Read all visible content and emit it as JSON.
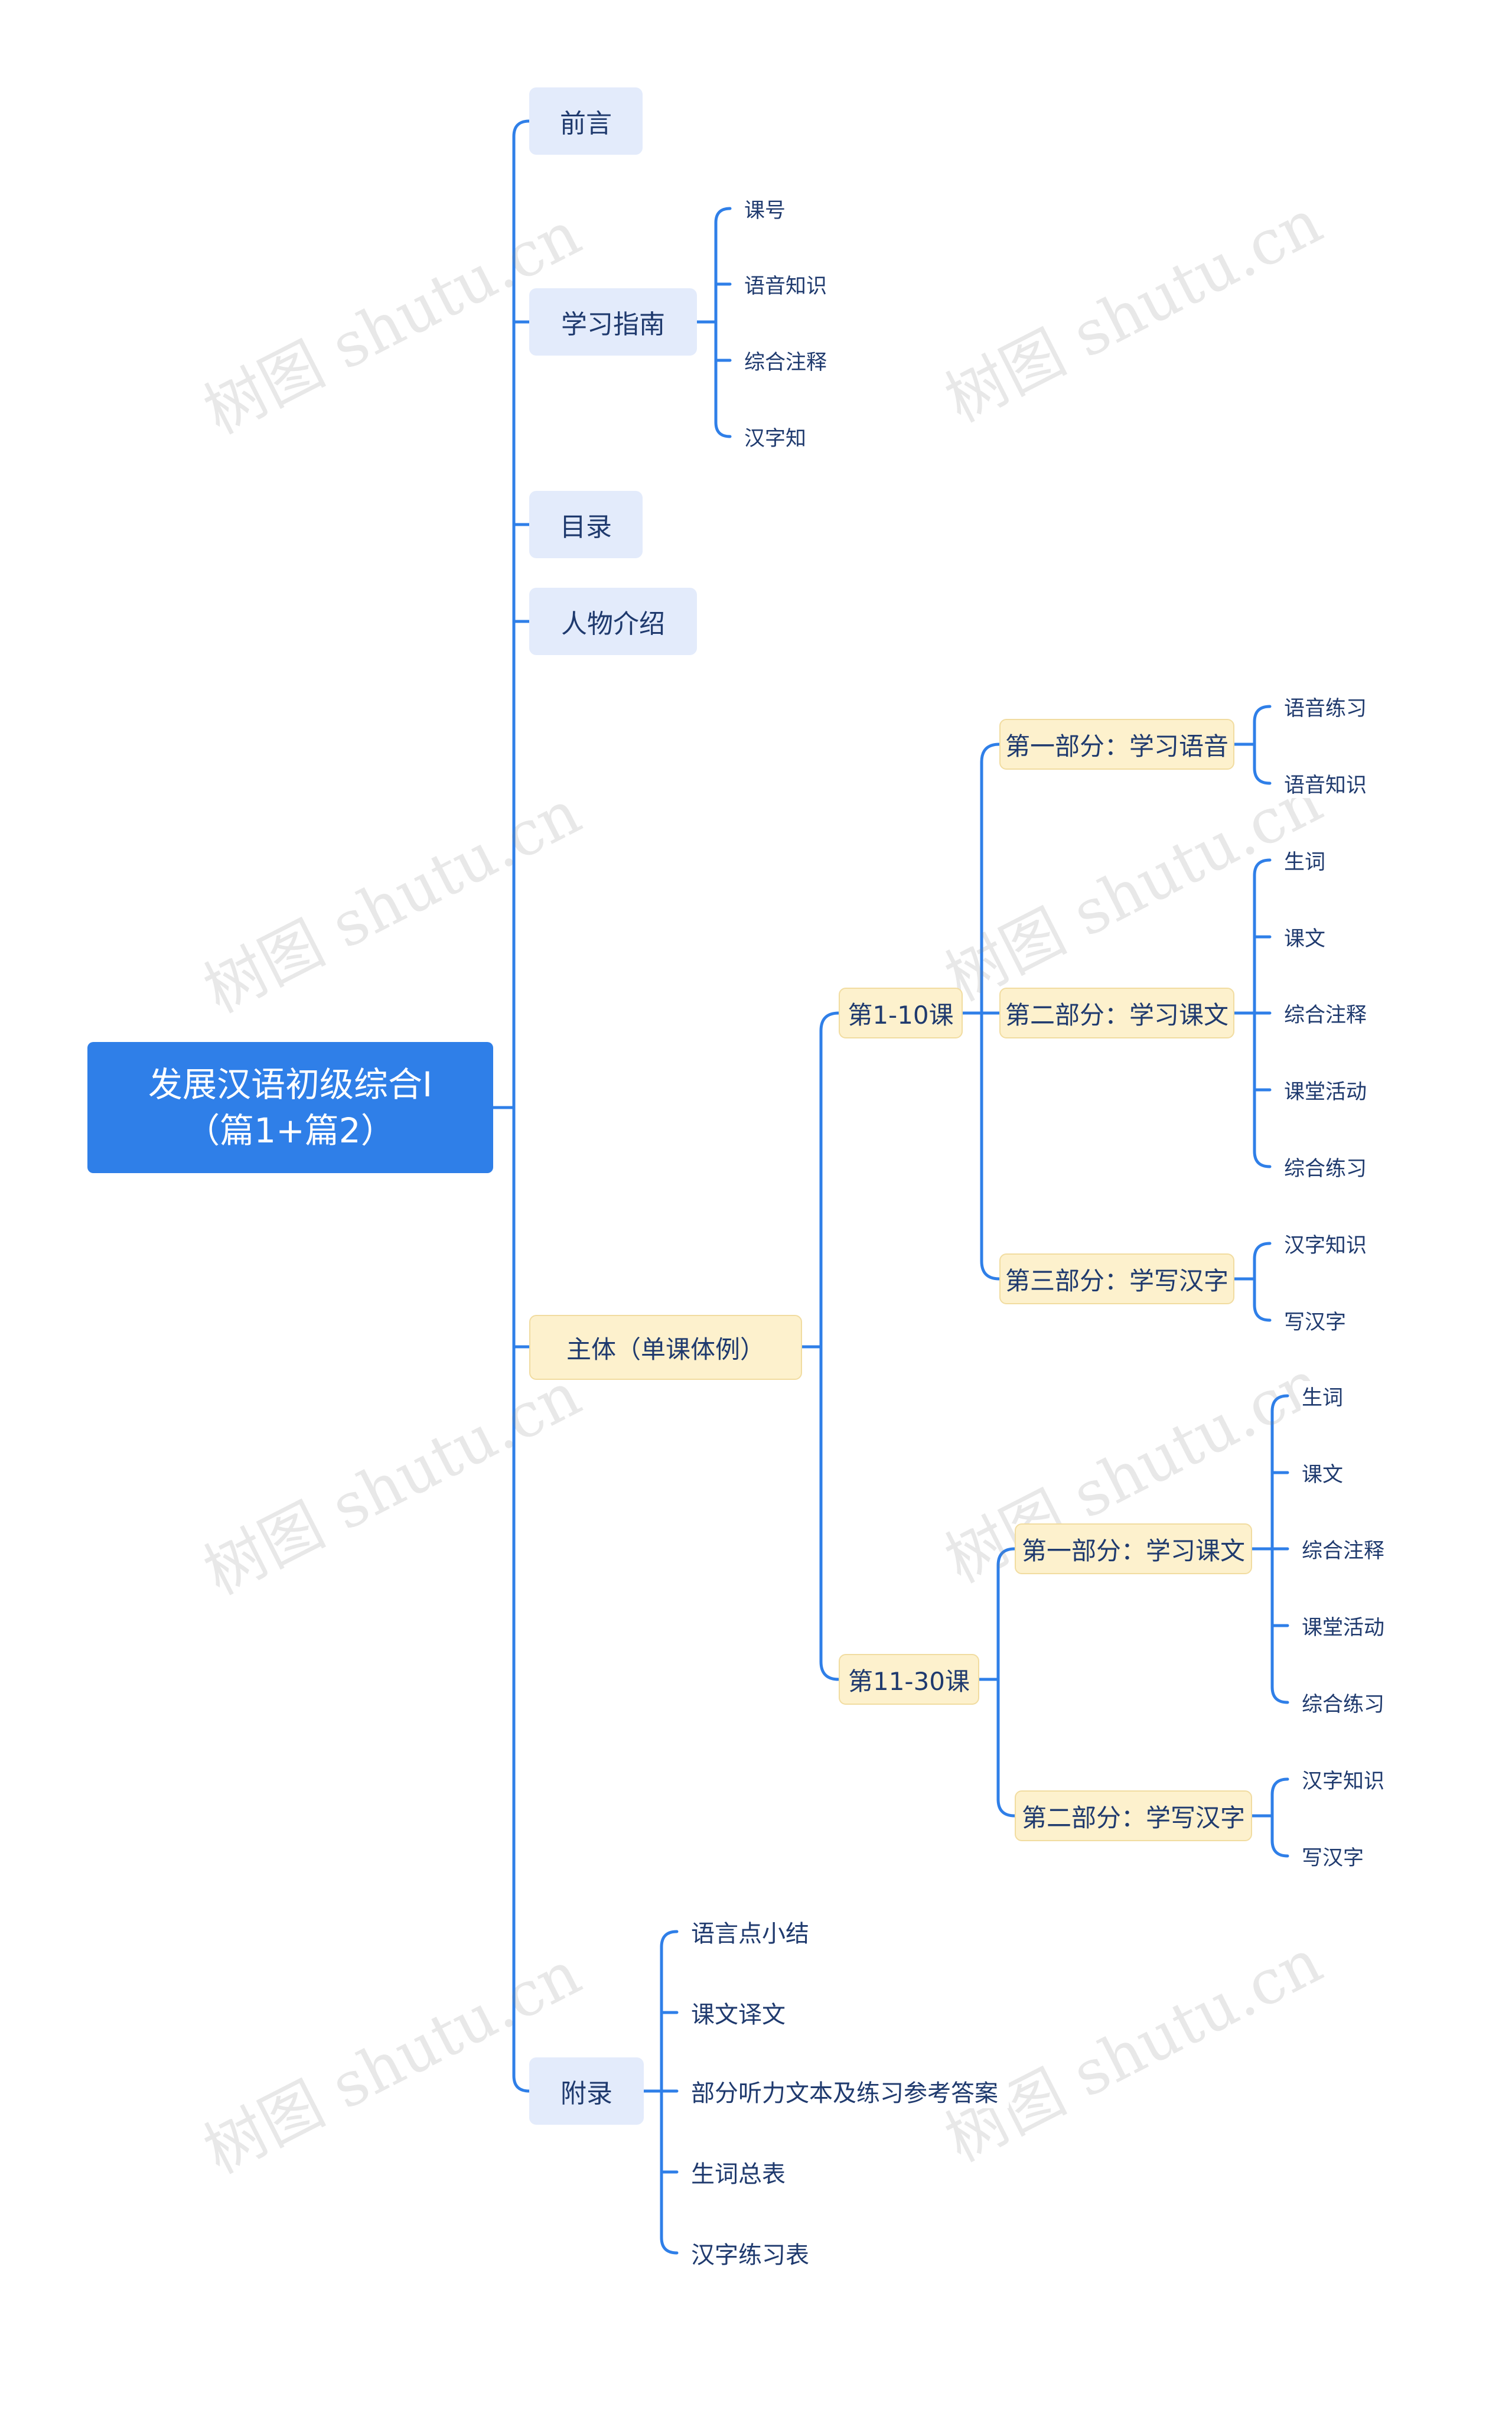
{
  "root": {
    "line1": "发展汉语初级综合I",
    "line2": "（篇1+篇2）"
  },
  "branches": {
    "preface": "前言",
    "guide": {
      "label": "学习指南",
      "items": [
        "课号",
        "语音知识",
        "综合注释",
        "汉字知"
      ]
    },
    "toc": "目录",
    "characters": "人物介绍",
    "main": {
      "label": "主体（单课体例）",
      "lessons_1_10": {
        "label": "第1-10课",
        "part1": {
          "label": "第一部分：学习语音",
          "items": [
            "语音练习",
            "语音知识"
          ]
        },
        "part2": {
          "label": "第二部分：学习课文",
          "items": [
            "生词",
            "课文",
            "综合注释",
            "课堂活动",
            "综合练习"
          ]
        },
        "part3": {
          "label": "第三部分：学写汉字",
          "items": [
            "汉字知识",
            "写汉字"
          ]
        }
      },
      "lessons_11_30": {
        "label": "第11-30课",
        "part1": {
          "label": "第一部分：学习课文",
          "items": [
            "生词",
            "课文",
            "综合注释",
            "课堂活动",
            "综合练习"
          ]
        },
        "part2": {
          "label": "第二部分：学写汉字",
          "items": [
            "汉字知识",
            "写汉字"
          ]
        }
      }
    },
    "appendix": {
      "label": "附录",
      "items": [
        "语言点小结",
        "课文译文",
        "部分听力文本及练习参考答案",
        "生词总表",
        "汉字练习表"
      ]
    }
  },
  "watermark": "树图 shutu.cn",
  "colors": {
    "line": "#2f7fe8",
    "root": "#2f7fe8",
    "blue_node": "#e3ebfb",
    "yellow_node": "#fdf1cd"
  }
}
